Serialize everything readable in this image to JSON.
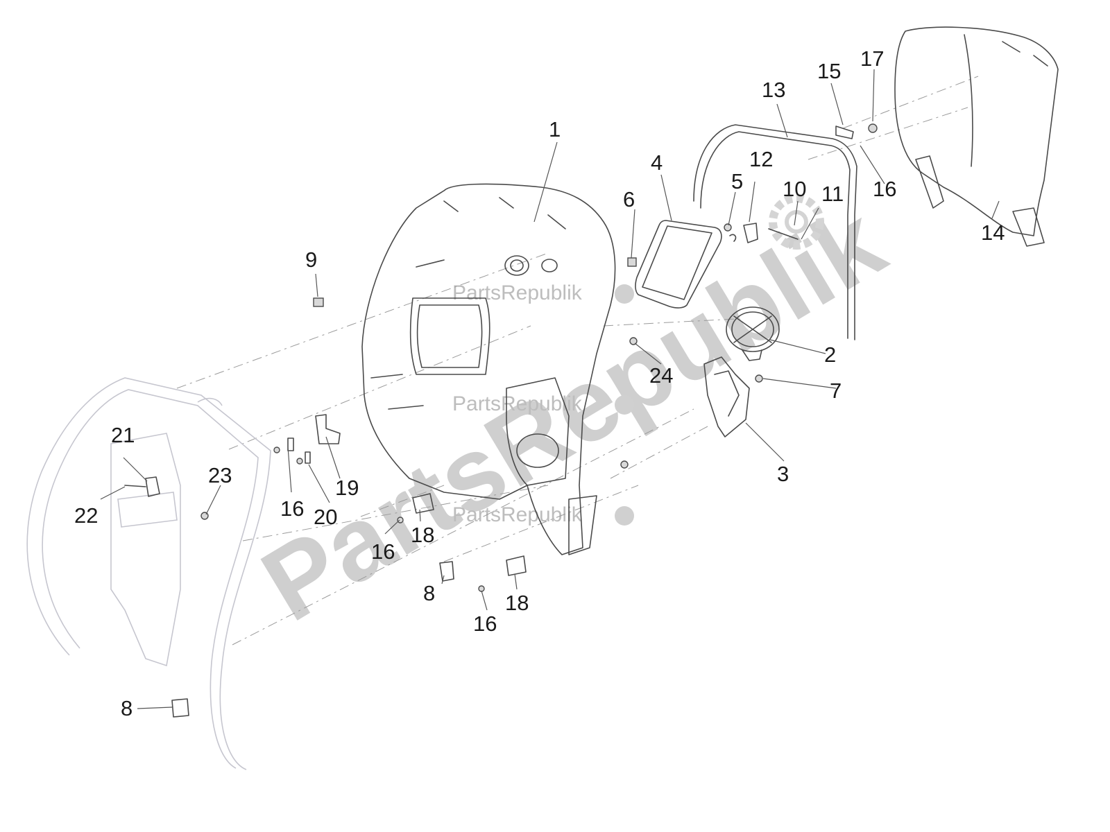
{
  "watermark": {
    "big_text": "PartsRepublik",
    "small_text": "PartsRepublik"
  },
  "callouts": [
    "1",
    "2",
    "3",
    "4",
    "5",
    "6",
    "7",
    "8",
    "8",
    "9",
    "10",
    "11",
    "12",
    "13",
    "14",
    "15",
    "16",
    "16",
    "16",
    "16",
    "17",
    "18",
    "18",
    "19",
    "20",
    "21",
    "22",
    "23",
    "24"
  ],
  "colors": {
    "line": "#4a4a4a",
    "watermark": "#cfcfcf",
    "frame": "#c6c6cf"
  },
  "icons": [
    "gear-icon"
  ]
}
